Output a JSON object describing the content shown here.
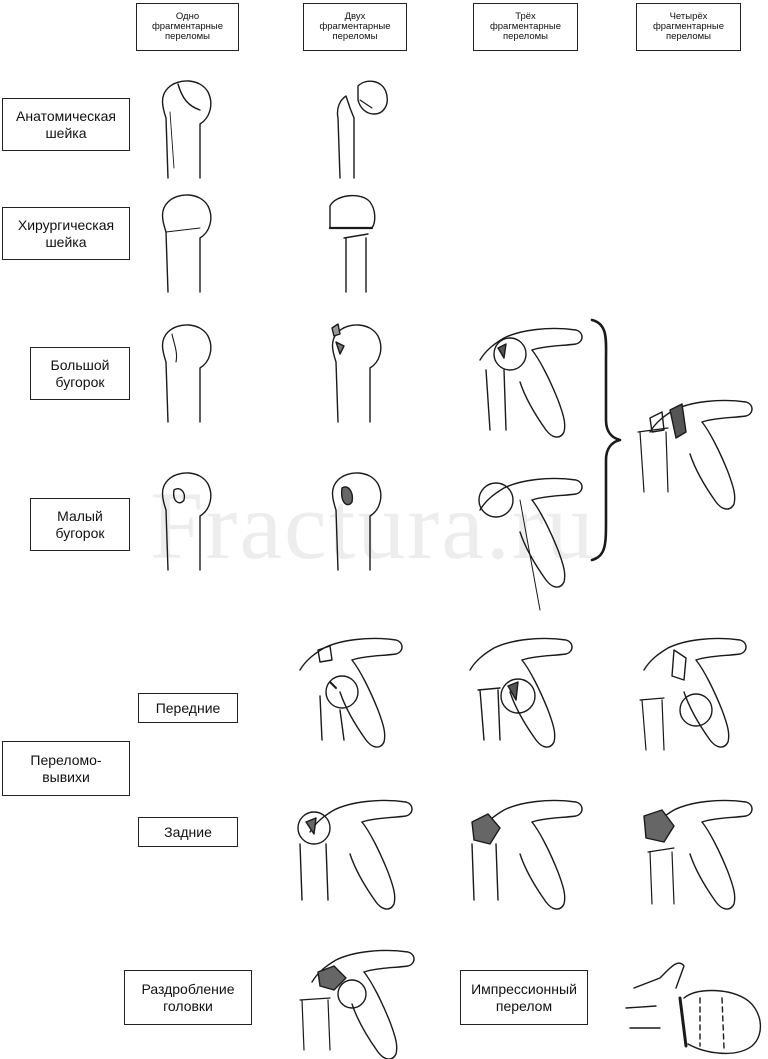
{
  "headers": {
    "one": "Одно\nфрагментарные\nпереломы",
    "two": "Двух\nфрагментарные\nпереломы",
    "three": "Трёх\nфрагментарные\nпереломы",
    "four": "Четырёх\nфрагментарные\nпереломы"
  },
  "rows": {
    "anatomical_neck": "Анатомическая\nшейка",
    "surgical_neck": "Хирургическая\nшейка",
    "greater_tuberosity": "Большой\nбугорок",
    "lesser_tuberosity": "Малый\nбугорок",
    "fracture_dislocations": "Переломо-\nвывихи",
    "anterior": "Передние",
    "posterior": "Задние",
    "head_splitting": "Раздробление\nголовки",
    "impression": "Импрессионный\nперелом"
  },
  "watermark": "Fractura.ru"
}
